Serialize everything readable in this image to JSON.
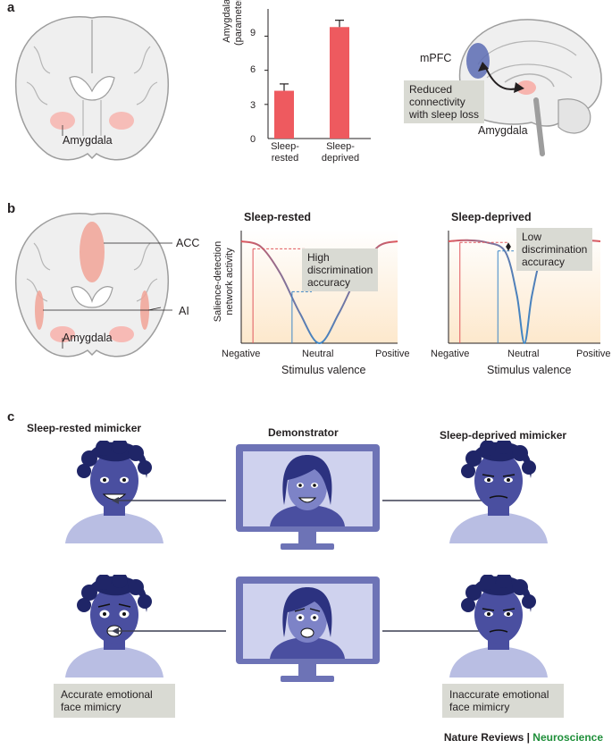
{
  "panels": {
    "a": "a",
    "b": "b",
    "c": "c"
  },
  "panel_a": {
    "brain_label": "Amygdala",
    "bar_chart": {
      "ylabel_line1": "Amygdala reactivity",
      "ylabel_line2": "(parameter estimate)",
      "yticks": [
        "9",
        "6",
        "3",
        "0"
      ],
      "cat1_line1": "Sleep-",
      "cat1_line2": "rested",
      "cat2_line1": "Sleep-",
      "cat2_line2": "deprived"
    },
    "sagittal": {
      "mpfc": "mPFC",
      "box_line1": "Reduced",
      "box_line2": "connectivity",
      "box_line3": "with sleep loss",
      "amygdala": "Amygdala"
    }
  },
  "panel_b": {
    "brain_labels": {
      "acc": "ACC",
      "ai": "AI",
      "amygdala": "Amygdala"
    },
    "ylabel_line1": "Salience-detection",
    "ylabel_line2": "network activity",
    "left": {
      "title": "Sleep-rested",
      "box_line1": "High",
      "box_line2": "discrimination",
      "box_line3": "accuracy"
    },
    "right": {
      "title": "Sleep-deprived",
      "box_line1": "Low",
      "box_line2": "discrimination",
      "box_line3": "accuracy"
    },
    "xticks": [
      "Negative",
      "Neutral",
      "Positive"
    ],
    "xlabel": "Stimulus valence"
  },
  "panel_c": {
    "rested_heading": "Sleep-rested mimicker",
    "demonstrator_heading": "Demonstrator",
    "deprived_heading": "Sleep-deprived mimicker",
    "accurate_line1": "Accurate emotional",
    "accurate_line2": "face mimicry",
    "inaccurate_line1": "Inaccurate emotional",
    "inaccurate_line2": "face mimicry"
  },
  "footer": {
    "journal": "Nature Reviews",
    "separator": " | ",
    "section": "Neuroscience"
  },
  "chart_data": [
    {
      "type": "bar",
      "categories": [
        "Sleep-rested",
        "Sleep-deprived"
      ],
      "values": [
        4.2,
        9.8
      ],
      "errors": [
        0.6,
        0.6
      ],
      "ylim": [
        0,
        11
      ],
      "ylabel": "Amygdala reactivity (parameter estimate)",
      "color": "#ee5a5f"
    },
    {
      "type": "line",
      "title": "Sleep-rested",
      "xlabel": "Stimulus valence",
      "ylabel": "Salience-detection network activity",
      "x": [
        -1,
        -0.75,
        -0.5,
        -0.25,
        0,
        0.25,
        0.5,
        0.75,
        1
      ],
      "values": [
        0.95,
        0.9,
        0.65,
        0.28,
        0.0,
        0.28,
        0.65,
        0.9,
        0.95
      ]
    },
    {
      "type": "line",
      "title": "Sleep-deprived",
      "xlabel": "Stimulus valence",
      "ylabel": "Salience-detection network activity",
      "x": [
        -1,
        -0.75,
        -0.5,
        -0.25,
        -0.1,
        0,
        0.1,
        0.25,
        0.5,
        0.75,
        1
      ],
      "values": [
        0.95,
        0.96,
        0.94,
        0.85,
        0.45,
        0.0,
        0.45,
        0.85,
        0.94,
        0.96,
        0.95
      ]
    }
  ]
}
